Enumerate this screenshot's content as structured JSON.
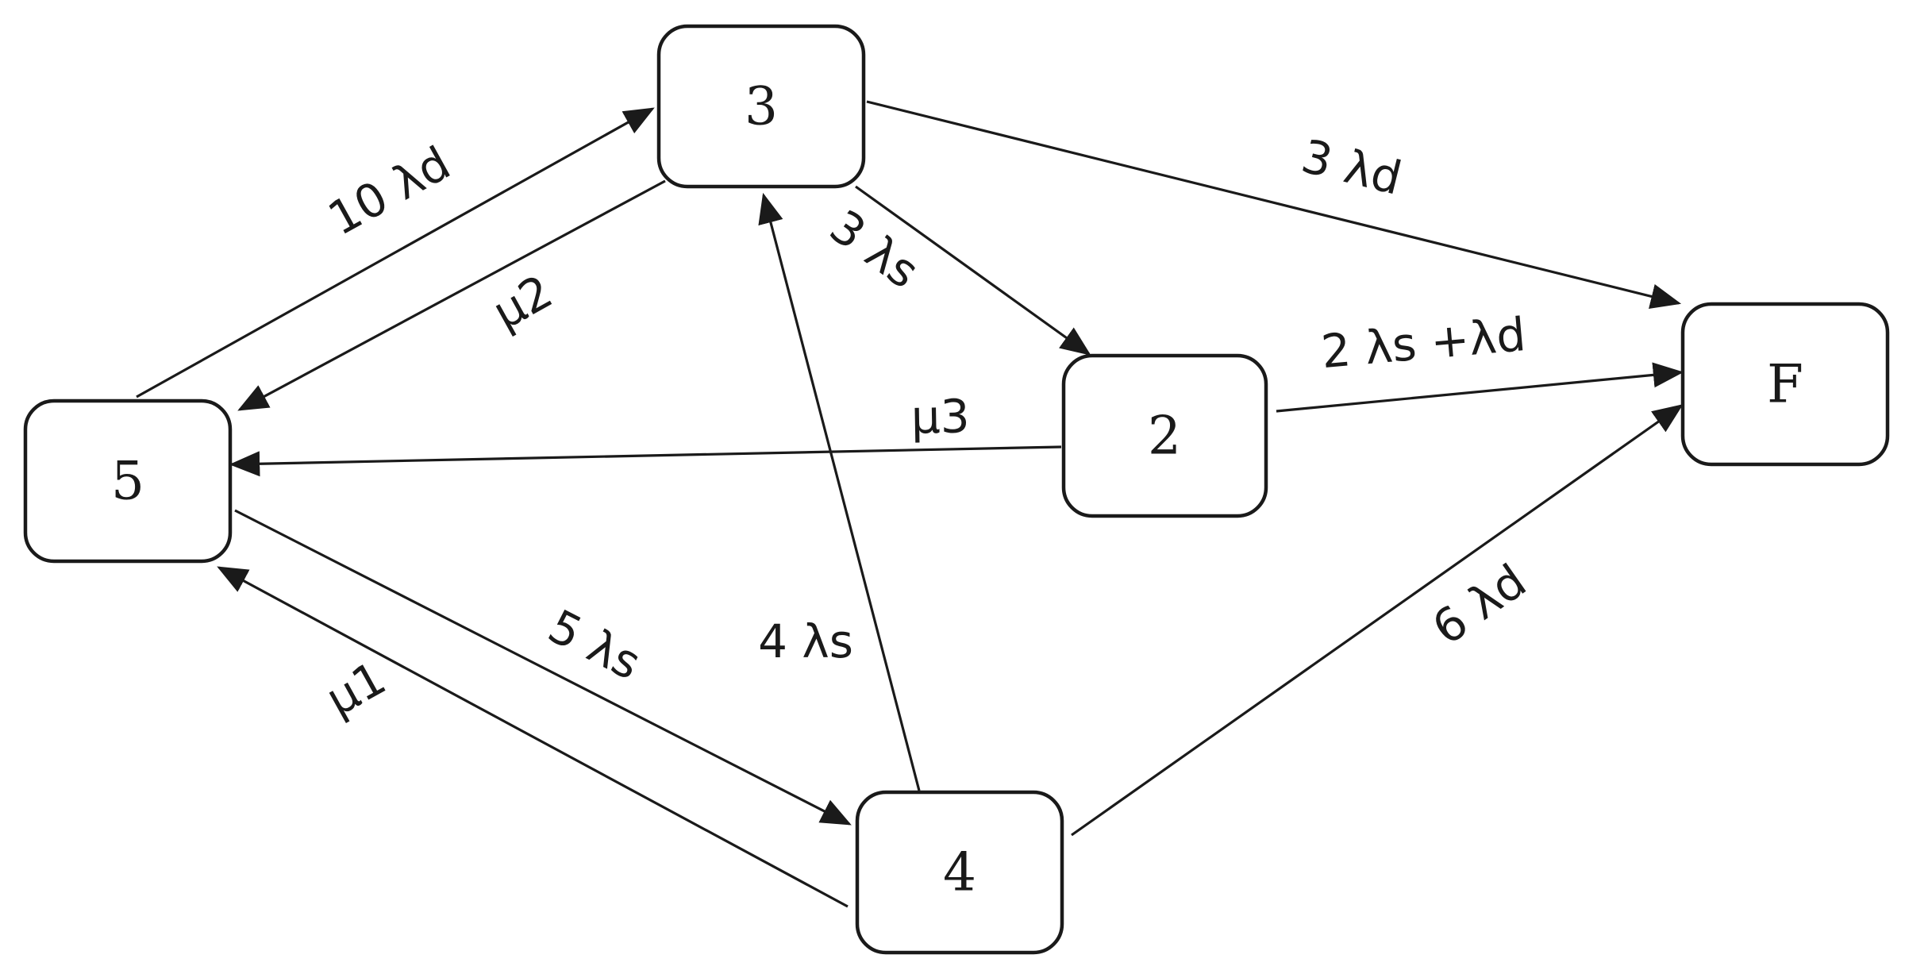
{
  "nodes": [
    {
      "id": "3",
      "label": "3"
    },
    {
      "id": "5",
      "label": "5"
    },
    {
      "id": "2",
      "label": "2"
    },
    {
      "id": "F",
      "label": "F"
    },
    {
      "id": "4",
      "label": "4"
    }
  ],
  "edges": [
    {
      "id": "5-3",
      "from": "5",
      "to": "3",
      "label": "10 λd"
    },
    {
      "id": "3-5",
      "from": "3",
      "to": "5",
      "label": "μ2"
    },
    {
      "id": "3-F",
      "from": "3",
      "to": "F",
      "label": "3 λd"
    },
    {
      "id": "3-2",
      "from": "3",
      "to": "2",
      "label": "3 λs"
    },
    {
      "id": "2-F",
      "from": "2",
      "to": "F",
      "label": "2 λs +λd"
    },
    {
      "id": "2-5",
      "from": "2",
      "to": "5",
      "label": "μ3"
    },
    {
      "id": "4-3",
      "from": "4",
      "to": "3",
      "label": "4 λs"
    },
    {
      "id": "5-4",
      "from": "5",
      "to": "4",
      "label": "5 λs"
    },
    {
      "id": "4-5",
      "from": "4",
      "to": "5",
      "label": "μ1"
    },
    {
      "id": "4-F",
      "from": "4",
      "to": "F",
      "label": "6 λd"
    }
  ]
}
